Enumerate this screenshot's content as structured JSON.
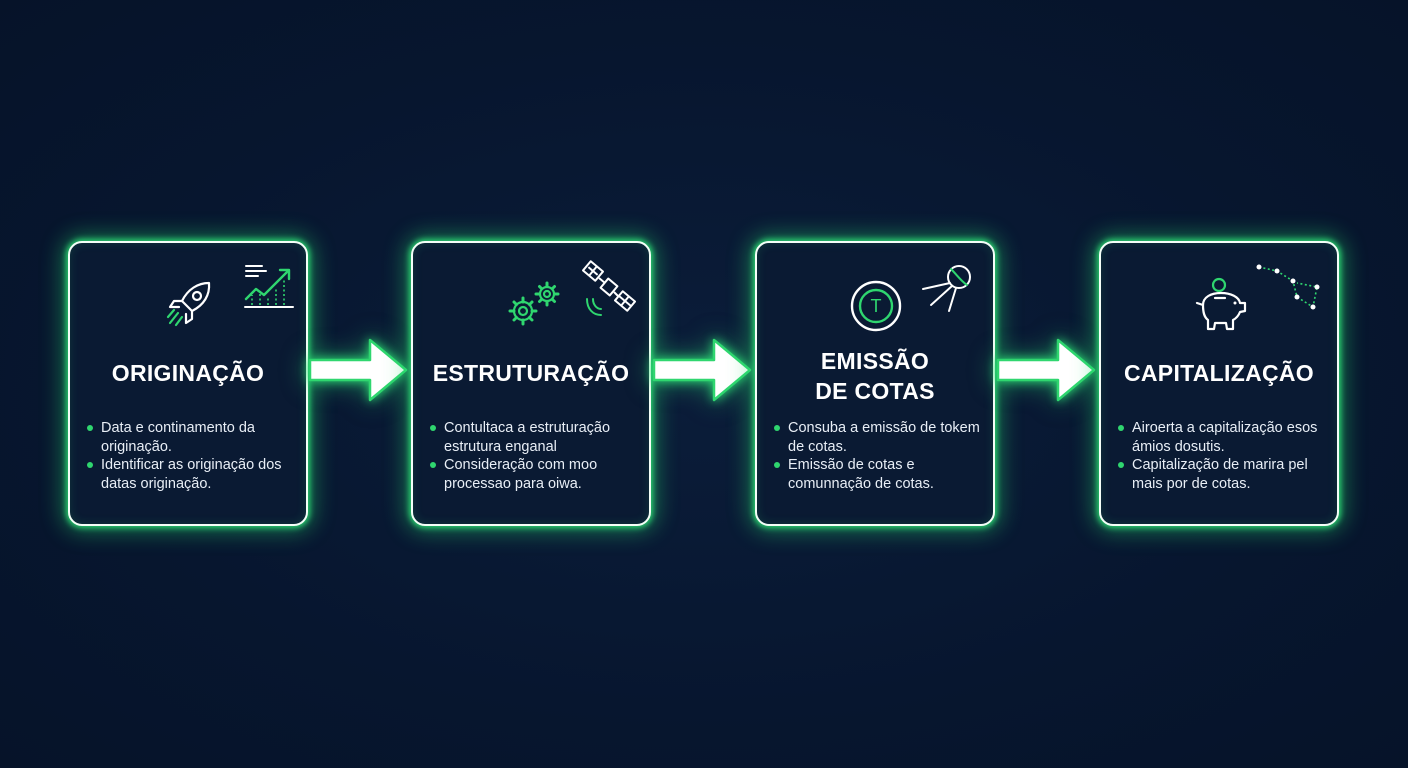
{
  "colors": {
    "background": "#07162f",
    "accent": "#2fd66f",
    "card_border": "#f4fff8"
  },
  "steps": [
    {
      "title_lines": [
        "ORIGINAÇÃO"
      ],
      "icons": [
        "rocket-icon",
        "chart-growth-icon"
      ],
      "bullets": [
        "Data e continamento da originação.",
        "Identificar as originação dos datas originação."
      ]
    },
    {
      "title_lines": [
        "ESTRUTURAÇÃO"
      ],
      "icons": [
        "gears-icon",
        "satellite-icon"
      ],
      "bullets": [
        "Contultaca a estruturação estrutura enganal",
        "Consideração com moo processao para oiwa."
      ]
    },
    {
      "title_lines": [
        "EMISSÃO",
        "DE COTAS"
      ],
      "icons": [
        "token-coin-icon",
        "sputnik-icon"
      ],
      "bullets": [
        "Consuba a emissão de tokem de cotas.",
        "Emissão de cotas e comunnação de cotas."
      ]
    },
    {
      "title_lines": [
        "CAPITALIZAÇÃO"
      ],
      "icons": [
        "piggy-bank-icon",
        "constellation-icon"
      ],
      "bullets": [
        "Airoerta a capitalização esos ámios dosutis.",
        "Capitalização de marira pel mais por de cotas."
      ]
    }
  ],
  "token_symbol": "T"
}
